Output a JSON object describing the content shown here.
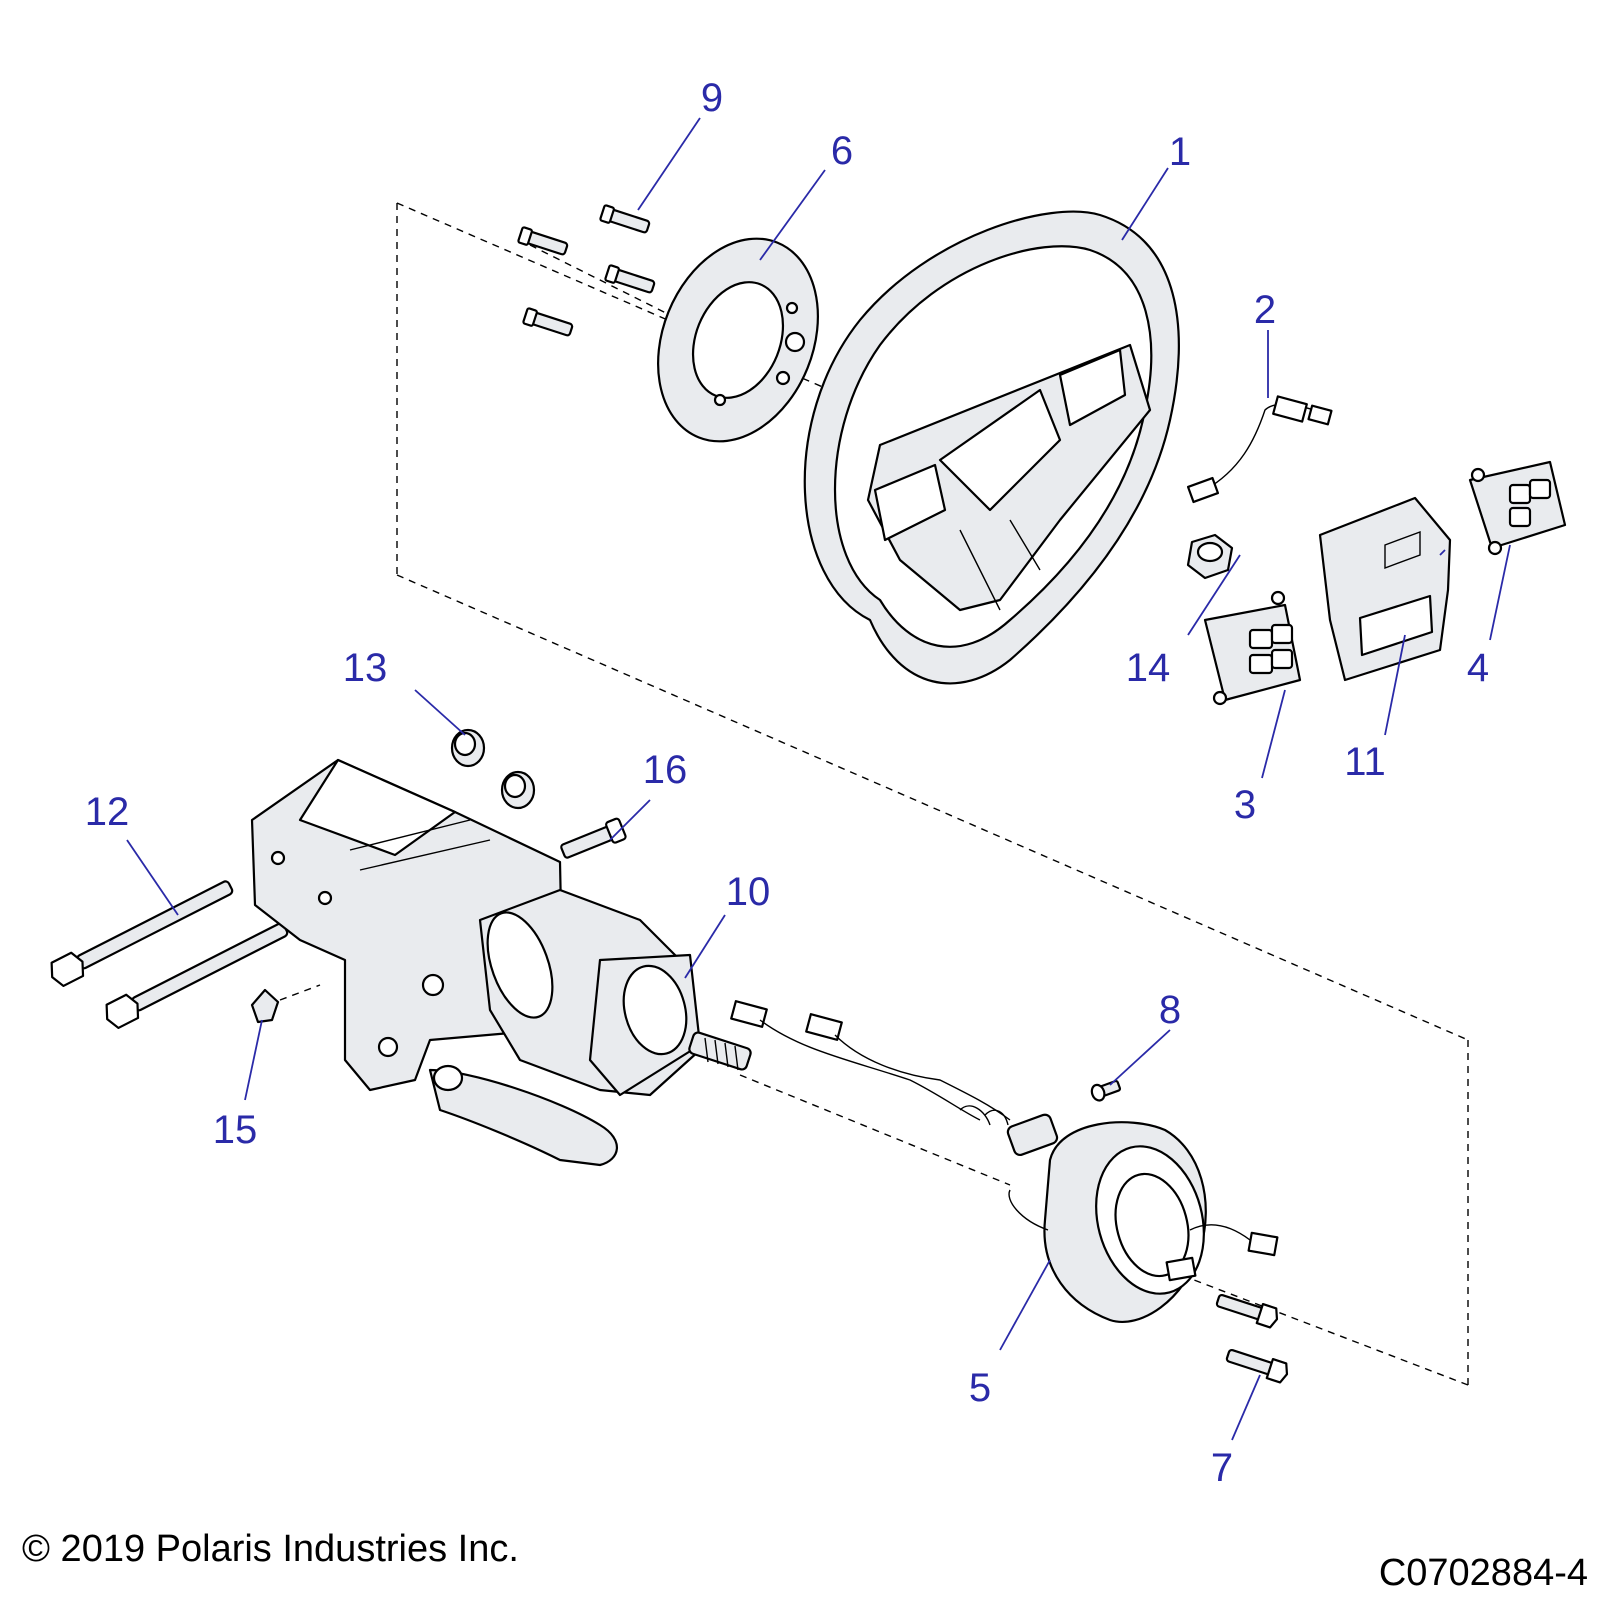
{
  "callouts": [
    {
      "id": "1",
      "name": "steering-wheel"
    },
    {
      "id": "2",
      "name": "wire-harness"
    },
    {
      "id": "3",
      "name": "left-switch-module"
    },
    {
      "id": "4",
      "name": "right-switch-module"
    },
    {
      "id": "5",
      "name": "steering-hub-housing"
    },
    {
      "id": "6",
      "name": "hub-plate"
    },
    {
      "id": "7",
      "name": "housing-bolt"
    },
    {
      "id": "8",
      "name": "screw"
    },
    {
      "id": "9",
      "name": "plate-screw"
    },
    {
      "id": "10",
      "name": "steering-column"
    },
    {
      "id": "11",
      "name": "center-cover"
    },
    {
      "id": "12",
      "name": "long-bolt"
    },
    {
      "id": "13",
      "name": "grommet"
    },
    {
      "id": "14",
      "name": "nut"
    },
    {
      "id": "15",
      "name": "bushing"
    },
    {
      "id": "16",
      "name": "column-bolt"
    }
  ],
  "footer": {
    "copyright": "© 2019 Polaris Industries Inc.",
    "drawing_id": "C0702884-4"
  },
  "colors": {
    "callout": "#2a2aa8",
    "line": "#000000",
    "shade": "#e9ebee"
  }
}
